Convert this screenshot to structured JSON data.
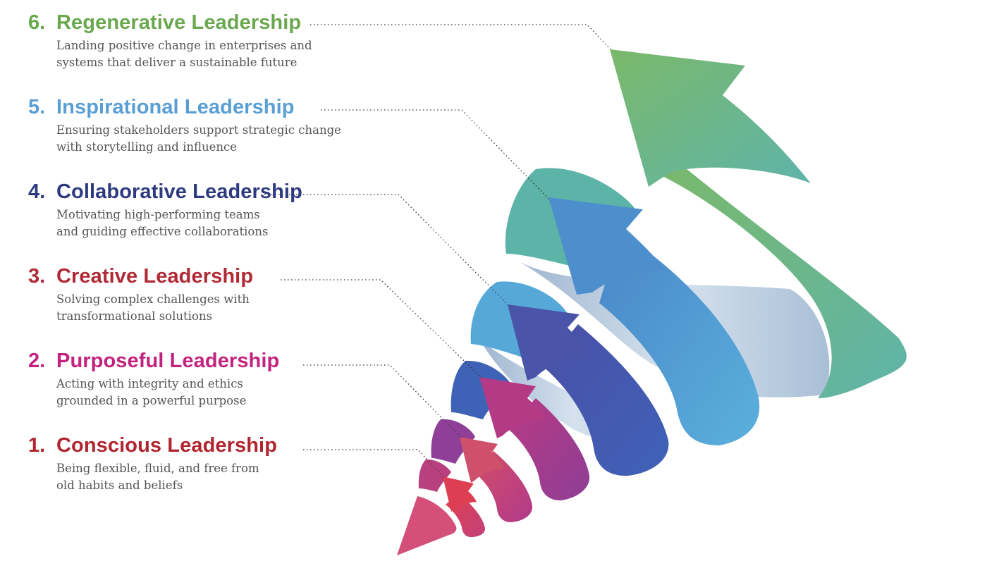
{
  "levels": [
    {
      "number": "6.",
      "title": "Regenerative Leadership",
      "line1": "Landing positive change in enterprises and",
      "line2": "systems that deliver a sustainable future",
      "color": "#6aa84f"
    },
    {
      "number": "5.",
      "title": "Inspirational Leadership",
      "line1": "Ensuring stakeholders support strategic change",
      "line2": "with storytelling and influence",
      "color": "#5a9fd4"
    },
    {
      "number": "4.",
      "title": "Collaborative Leadership",
      "line1": "Motivating high-performing teams",
      "line2": "and guiding effective collaborations",
      "color": "#2e3a80"
    },
    {
      "number": "3.",
      "title": "Creative Leadership",
      "line1": "Solving complex challenges with",
      "line2": "transformational solutions",
      "color": "#b02a35"
    },
    {
      "number": "2.",
      "title": "Purposeful Leadership",
      "line1": "Acting with integrity and ethics",
      "line2": "grounded in a powerful purpose",
      "color": "#c2237f"
    },
    {
      "number": "1.",
      "title": "Conscious Leadership",
      "line1": "Being flexible, fluid, and free from",
      "line2": "old habits and beliefs",
      "color": "#b0252f"
    }
  ],
  "colors": {
    "description_text": "#555555",
    "connector": "#333333",
    "ribbon_inner": "#b8cce0",
    "arrow_6_start": "#7ab86a",
    "arrow_6_end": "#5fb4aa",
    "arrow_5": "#4d8fcc",
    "arrow_5_band": "#56a8d8",
    "arrow_4": "#4256a8",
    "arrow_3": "#a8387e",
    "arrow_2": "#c94a6a",
    "arrow_1": "#d93c55",
    "tip": "#d4507a"
  }
}
